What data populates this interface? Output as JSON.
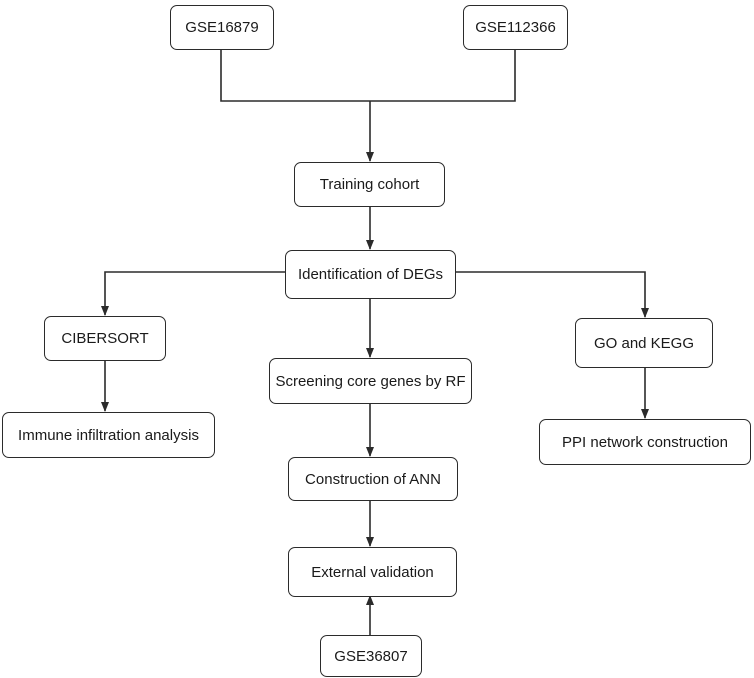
{
  "diagram": {
    "nodes": [
      {
        "id": "gse16879",
        "label": "GSE16879"
      },
      {
        "id": "gse112366",
        "label": "GSE112366"
      },
      {
        "id": "training_cohort",
        "label": "Training cohort"
      },
      {
        "id": "identification_degs",
        "label": "Identification of DEGs"
      },
      {
        "id": "cibersort",
        "label": "CIBERSORT"
      },
      {
        "id": "screening_rf",
        "label": "Screening core genes by RF"
      },
      {
        "id": "go_kegg",
        "label": "GO and KEGG"
      },
      {
        "id": "immune_infiltration",
        "label": "Immune infiltration analysis"
      },
      {
        "id": "ppi_network",
        "label": "PPI network construction"
      },
      {
        "id": "construction_ann",
        "label": "Construction of ANN"
      },
      {
        "id": "external_validation",
        "label": "External validation"
      },
      {
        "id": "gse36807",
        "label": "GSE36807"
      }
    ],
    "edges": [
      {
        "from": "gse16879",
        "to": "training_cohort"
      },
      {
        "from": "gse112366",
        "to": "training_cohort"
      },
      {
        "from": "training_cohort",
        "to": "identification_degs"
      },
      {
        "from": "identification_degs",
        "to": "cibersort"
      },
      {
        "from": "identification_degs",
        "to": "screening_rf"
      },
      {
        "from": "identification_degs",
        "to": "go_kegg"
      },
      {
        "from": "cibersort",
        "to": "immune_infiltration"
      },
      {
        "from": "go_kegg",
        "to": "ppi_network"
      },
      {
        "from": "screening_rf",
        "to": "construction_ann"
      },
      {
        "from": "construction_ann",
        "to": "external_validation"
      },
      {
        "from": "gse36807",
        "to": "external_validation"
      }
    ],
    "colors": {
      "line": "#2b2b2b",
      "box_border": "#2b2b2b",
      "text": "#1a1a1a",
      "background": "#ffffff"
    }
  }
}
